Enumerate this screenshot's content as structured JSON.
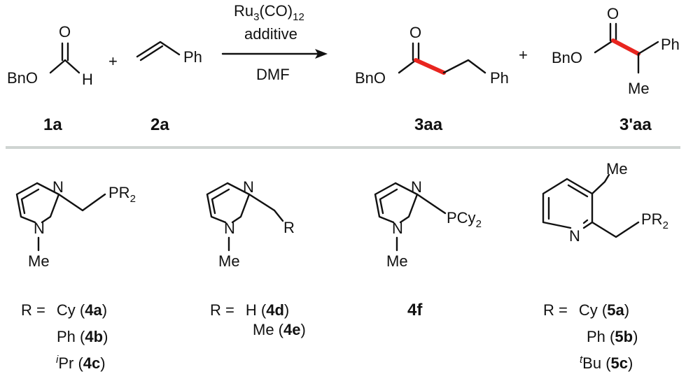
{
  "reaction": {
    "reagent_catalyst": "Ru",
    "reagent_catalyst_sub1": "3",
    "reagent_catalyst_co": "(CO)",
    "reagent_catalyst_sub2": "12",
    "reagent_additive": "additive",
    "solvent": "DMF",
    "plus": "+",
    "substrate_1": {
      "id": "1a",
      "atoms": {
        "bno": "BnO",
        "o": "O",
        "h": "H"
      }
    },
    "substrate_2": {
      "id": "2a",
      "atoms": {
        "ph": "Ph"
      }
    },
    "product_linear": {
      "id": "3aa",
      "atoms": {
        "bno": "BnO",
        "o": "O",
        "ph": "Ph"
      }
    },
    "product_branched": {
      "id": "3'aa",
      "atoms": {
        "bno": "BnO",
        "o": "O",
        "ph": "Ph",
        "me": "Me"
      }
    }
  },
  "ligands": {
    "l4abc": {
      "n": "N",
      "n_me": "N",
      "me": "Me",
      "pr": "PR",
      "pr_sub": "2",
      "variants": [
        {
          "prefix": "R =",
          "group": "Cy",
          "id": "4a"
        },
        {
          "group": "Ph",
          "id": "4b"
        },
        {
          "group_italic": "i",
          "group": "Pr",
          "id": "4c"
        }
      ]
    },
    "l4de": {
      "n": "N",
      "n_me": "N",
      "me": "Me",
      "r": "R",
      "variants": [
        {
          "prefix": "R =",
          "group": "H",
          "id": "4d"
        },
        {
          "group": "Me",
          "id": "4e"
        }
      ]
    },
    "l4f": {
      "n": "N",
      "n_me": "N",
      "me": "Me",
      "pcy": "PCy",
      "pcy_sub": "2",
      "id": "4f"
    },
    "l5": {
      "n": "N",
      "me": "Me",
      "pr": "PR",
      "pr_sub": "2",
      "variants": [
        {
          "prefix": "R =",
          "group": "Cy",
          "id": "5a"
        },
        {
          "group": "Ph",
          "id": "5b"
        },
        {
          "group_italic": "t",
          "group": "Bu",
          "id": "5c"
        }
      ]
    }
  },
  "colors": {
    "highlight_bond": "#e8251f",
    "separator": "#cfd4d2",
    "ink": "#111111"
  }
}
